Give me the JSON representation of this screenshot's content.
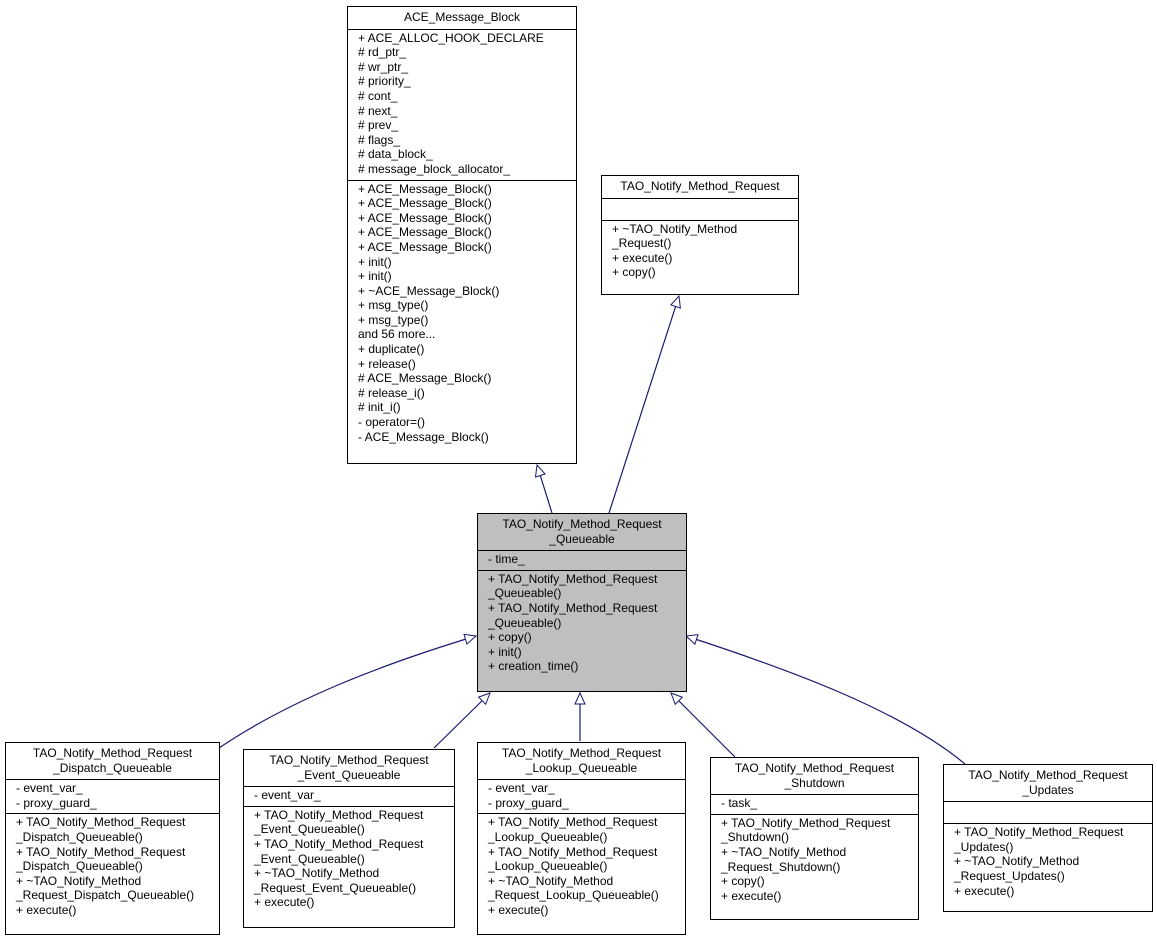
{
  "classes": [
    {
      "id": "ace_message_block",
      "title": [
        "ACE_Message_Block"
      ],
      "attributes": [
        "+ ACE_ALLOC_HOOK_DECLARE",
        "# rd_ptr_",
        "# wr_ptr_",
        "# priority_",
        "# cont_",
        "# next_",
        "# prev_",
        "# flags_",
        "# data_block_",
        "# message_block_allocator_"
      ],
      "methods": [
        "+ ACE_Message_Block()",
        "+ ACE_Message_Block()",
        "+ ACE_Message_Block()",
        "+ ACE_Message_Block()",
        "+ ACE_Message_Block()",
        "+ init()",
        "+ init()",
        "+ ~ACE_Message_Block()",
        "+ msg_type()",
        "+ msg_type()",
        "and 56 more...",
        "+ duplicate()",
        "+ release()",
        "# ACE_Message_Block()",
        "# release_i()",
        "# init_i()",
        "- operator=()",
        "- ACE_Message_Block()"
      ]
    },
    {
      "id": "tao_notify_method_request",
      "title": [
        "TAO_Notify_Method_Request"
      ],
      "attributes": [],
      "methods": [
        "+ ~TAO_Notify_Method",
        "_Request()",
        "+ execute()",
        "+ copy()"
      ]
    },
    {
      "id": "tao_notify_method_request_queueable",
      "highlight": true,
      "title": [
        "TAO_Notify_Method_Request",
        "_Queueable"
      ],
      "attributes": [
        "- time_"
      ],
      "methods": [
        "+ TAO_Notify_Method_Request",
        "_Queueable()",
        "+ TAO_Notify_Method_Request",
        "_Queueable()",
        "+ copy()",
        "+ init()",
        "+ creation_time()"
      ]
    },
    {
      "id": "dispatch_queueable",
      "title": [
        "TAO_Notify_Method_Request",
        "_Dispatch_Queueable"
      ],
      "attributes": [
        "- event_var_",
        "- proxy_guard_"
      ],
      "methods": [
        "+ TAO_Notify_Method_Request",
        "_Dispatch_Queueable()",
        "+ TAO_Notify_Method_Request",
        "_Dispatch_Queueable()",
        "+ ~TAO_Notify_Method",
        "_Request_Dispatch_Queueable()",
        "+ execute()"
      ]
    },
    {
      "id": "event_queueable",
      "title": [
        "TAO_Notify_Method_Request",
        "_Event_Queueable"
      ],
      "attributes": [
        "- event_var_"
      ],
      "methods": [
        "+ TAO_Notify_Method_Request",
        "_Event_Queueable()",
        "+ TAO_Notify_Method_Request",
        "_Event_Queueable()",
        "+ ~TAO_Notify_Method",
        "_Request_Event_Queueable()",
        "+ execute()"
      ]
    },
    {
      "id": "lookup_queueable",
      "title": [
        "TAO_Notify_Method_Request",
        "_Lookup_Queueable"
      ],
      "attributes": [
        "- event_var_",
        "- proxy_guard_"
      ],
      "methods": [
        "+ TAO_Notify_Method_Request",
        "_Lookup_Queueable()",
        "+ TAO_Notify_Method_Request",
        "_Lookup_Queueable()",
        "+ ~TAO_Notify_Method",
        "_Request_Lookup_Queueable()",
        "+ execute()"
      ]
    },
    {
      "id": "shutdown",
      "title": [
        "TAO_Notify_Method_Request",
        "_Shutdown"
      ],
      "attributes": [
        "- task_"
      ],
      "methods": [
        "+ TAO_Notify_Method_Request",
        "_Shutdown()",
        "+ ~TAO_Notify_Method",
        "_Request_Shutdown()",
        "+ copy()",
        "+ execute()"
      ]
    },
    {
      "id": "updates",
      "title": [
        "TAO_Notify_Method_Request",
        "_Updates"
      ],
      "attributes": [],
      "methods": [
        "+ TAO_Notify_Method_Request",
        "_Updates()",
        "+ ~TAO_Notify_Method",
        "_Request_Updates()",
        "+ execute()"
      ]
    }
  ],
  "inheritance": [
    {
      "child": "tao_notify_method_request_queueable",
      "parent": "ace_message_block"
    },
    {
      "child": "tao_notify_method_request_queueable",
      "parent": "tao_notify_method_request"
    },
    {
      "child": "dispatch_queueable",
      "parent": "tao_notify_method_request_queueable"
    },
    {
      "child": "event_queueable",
      "parent": "tao_notify_method_request_queueable"
    },
    {
      "child": "lookup_queueable",
      "parent": "tao_notify_method_request_queueable"
    },
    {
      "child": "shutdown",
      "parent": "tao_notify_method_request_queueable"
    },
    {
      "child": "updates",
      "parent": "tao_notify_method_request_queueable"
    }
  ],
  "colors": {
    "edge": "#191970",
    "highlight_fill": "#bfbfbf"
  }
}
